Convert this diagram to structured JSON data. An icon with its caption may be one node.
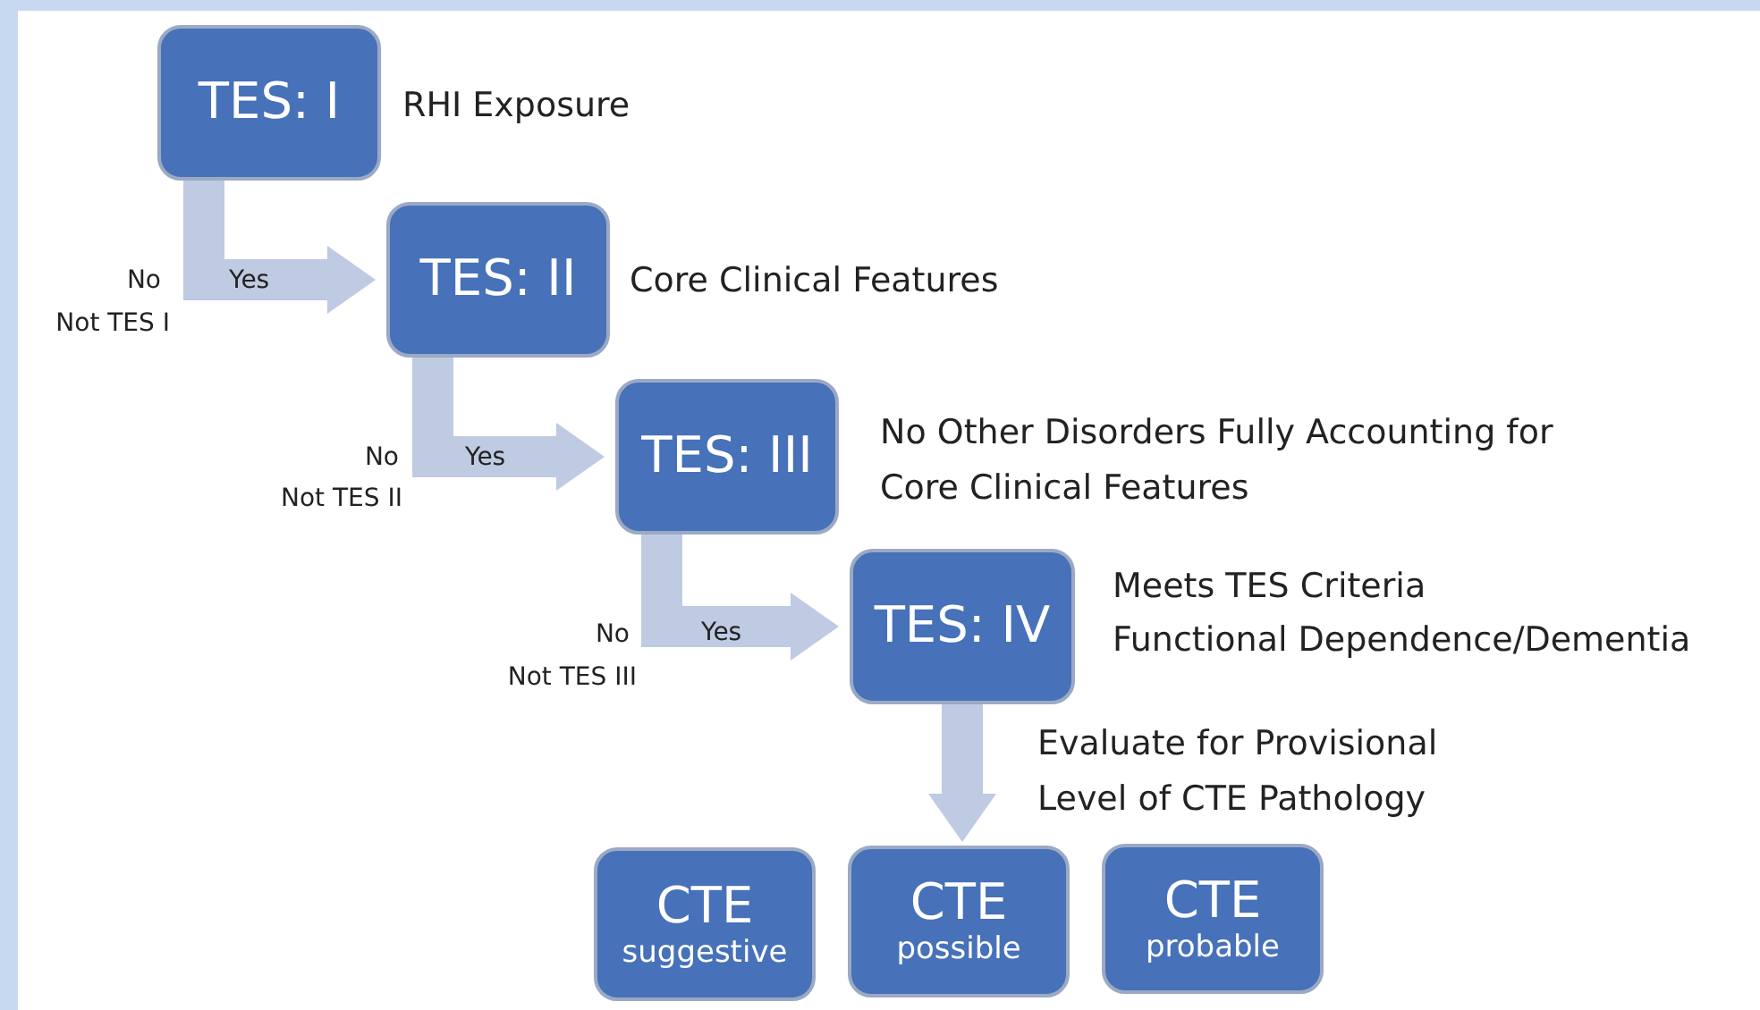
{
  "diagram": {
    "nodes": [
      {
        "text": [
          "TES: I"
        ],
        "beside": [
          "RHI Exposure"
        ]
      },
      {
        "text": [
          "TES: II"
        ],
        "beside": [
          "Core Clinical Features"
        ]
      },
      {
        "text": [
          "TES: III"
        ],
        "beside": [
          "No Other Disorders Fully Accounting for Core Clinical Features"
        ]
      },
      {
        "text": [
          "TES: IV"
        ],
        "beside": [
          "Meets TES Criteria",
          "Functional Dependence/Dementia"
        ]
      },
      {
        "text": [
          "CTE",
          "suggestive"
        ]
      },
      {
        "text": [
          "CTE",
          "possible"
        ]
      },
      {
        "text": [
          "CTE",
          "probable"
        ]
      }
    ],
    "edges": [
      {
        "from": 0,
        "to": 1,
        "arrow": "to",
        "label": "Yes"
      },
      {
        "from": 1,
        "to": 2,
        "arrow": "to",
        "label": "Yes"
      },
      {
        "from": 2,
        "to": 3,
        "arrow": "to",
        "label": "Yes"
      },
      {
        "from": 3,
        "to": 5,
        "arrow": "to"
      }
    ],
    "labels": [
      "No",
      "Not TES I",
      "No",
      "Not TES II",
      "No",
      "Not TES III",
      "Evaluate for Provisional Level of CTE Pathology"
    ]
  }
}
